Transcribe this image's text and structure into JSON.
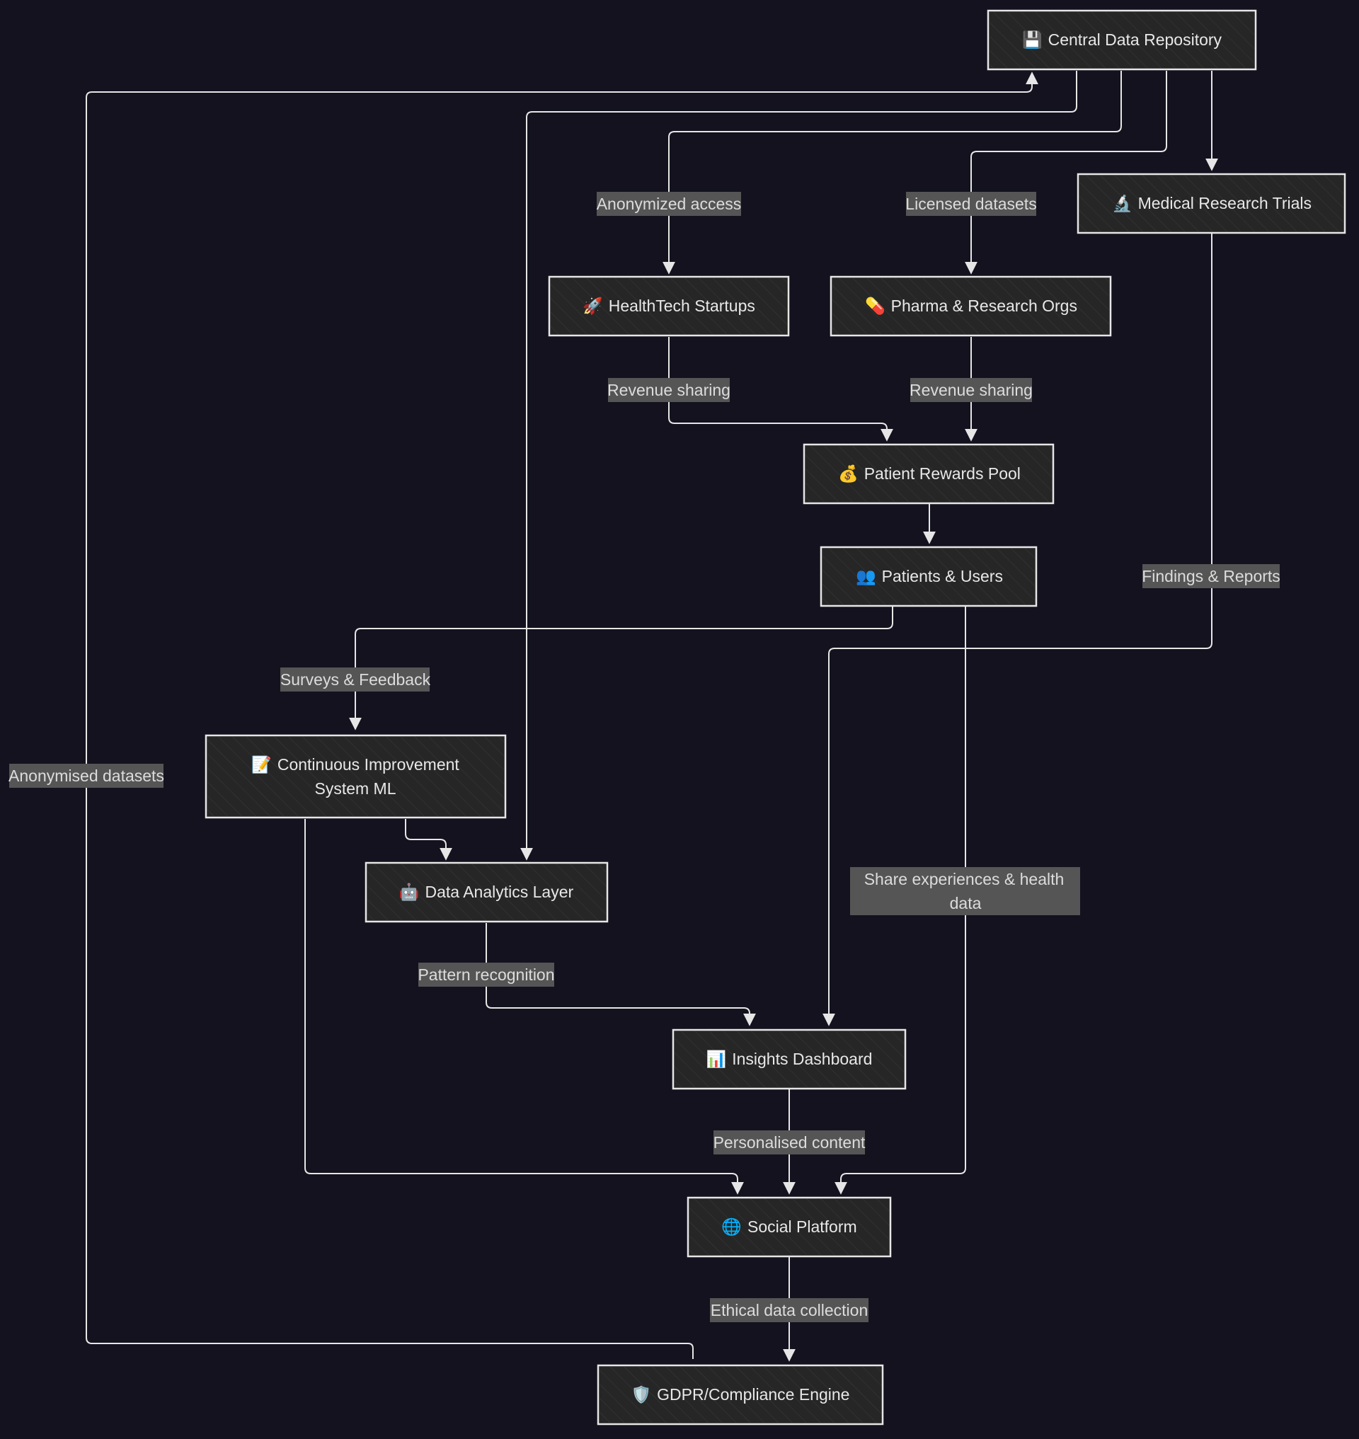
{
  "nodes": {
    "repo": {
      "icon": "💾",
      "label": "Central Data Repository"
    },
    "trials": {
      "icon": "🔬",
      "label": "Medical Research Trials"
    },
    "startups": {
      "icon": "🚀",
      "label": "HealthTech Startups"
    },
    "pharma": {
      "icon": "💊",
      "label": "Pharma & Research Orgs"
    },
    "rewards": {
      "icon": "💰",
      "label": "Patient Rewards Pool"
    },
    "patients": {
      "icon": "👥",
      "label": "Patients & Users"
    },
    "cism": {
      "icon": "📝",
      "label": "Continuous Improvement",
      "label2": "System ML"
    },
    "analytics": {
      "icon": "🤖",
      "label": "Data Analytics Layer"
    },
    "insights": {
      "icon": "📊",
      "label": "Insights Dashboard"
    },
    "social": {
      "icon": "🌐",
      "label": "Social Platform"
    },
    "gdpr": {
      "icon": "🛡️",
      "label": "GDPR/Compliance Engine"
    }
  },
  "edge_labels": {
    "anonymized_access": "Anonymized access",
    "licensed_datasets": "Licensed datasets",
    "revenue_sharing_startups": "Revenue sharing",
    "revenue_sharing_pharma": "Revenue sharing",
    "findings_reports": "Findings & Reports",
    "surveys_feedback": "Surveys & Feedback",
    "anonymised_datasets": "Anonymised datasets",
    "share_experiences_1": "Share experiences & health",
    "share_experiences_2": "data",
    "pattern_recognition": "Pattern recognition",
    "personalised_content": "Personalised content",
    "ethical_data_collection": "Ethical data collection"
  }
}
